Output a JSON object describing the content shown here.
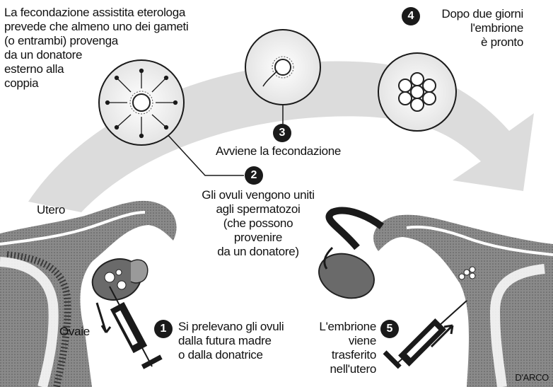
{
  "intro": "La fecondazione assistita eterologa\nprevede che almeno uno dei gameti\n(o entrambi) provenga\nda un donatore\nesterno alla\ncoppia",
  "steps": [
    {
      "number": "1",
      "text": "Si prelevano gli ovuli\ndalla futura madre\no dalla donatrice"
    },
    {
      "number": "2",
      "text": "Gli ovuli vengono uniti\nagli spermatozoi\n(che possono\nprovenire\nda un donatore)"
    },
    {
      "number": "3",
      "text": "Avviene la fecondazione"
    },
    {
      "number": "4",
      "text": "Dopo due giorni\nl'embrione\nè pronto"
    },
    {
      "number": "5",
      "text": "L'embrione\nviene trasferito\nnell'utero"
    }
  ],
  "labels": {
    "utero": "Utero",
    "ovaie": "Ovaie"
  },
  "credit": "D'ARCO",
  "colors": {
    "ink": "#1a1a1a",
    "arrow": "#d4d4d4",
    "tissue": "#6a6a6a"
  }
}
